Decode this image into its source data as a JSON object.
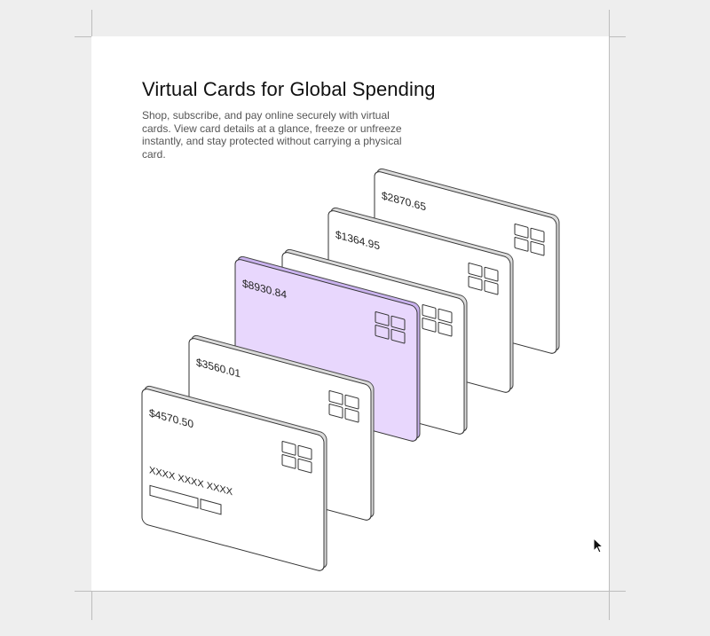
{
  "header": {
    "title": "Virtual Cards for Global Spending",
    "description": "Shop, subscribe, and pay online securely with virtual cards. View card details at a glance, freeze or unfreeze instantly, and stay protected without carrying a physical card."
  },
  "colors": {
    "background": "#eeeeee",
    "panel": "#ffffff",
    "card": "#ffffff",
    "card_highlight": "#e8d7fd",
    "stroke": "#333333"
  },
  "cards": [
    {
      "amount": "$4570.50",
      "number_mask": "XXXX XXXX XXXX",
      "highlight": false
    },
    {
      "amount": "$3560.01",
      "highlight": false
    },
    {
      "amount": "$8930.84",
      "highlight": true
    },
    {
      "amount": "",
      "highlight": false
    },
    {
      "amount": "$1364.95",
      "highlight": false
    },
    {
      "amount": "$2870.65",
      "highlight": false
    }
  ],
  "icons": {
    "chip": "chip-icon",
    "cursor": "mouse-cursor-icon"
  }
}
